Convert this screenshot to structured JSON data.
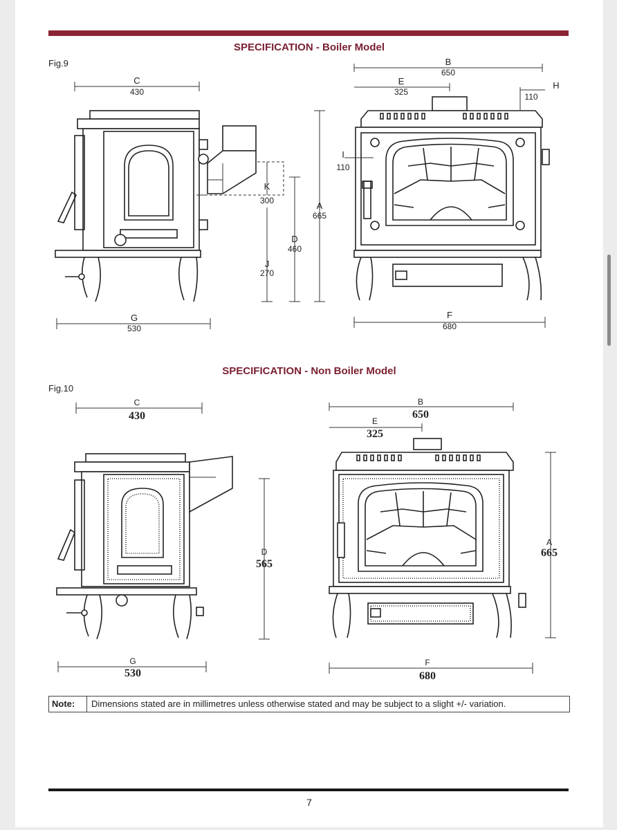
{
  "boiler": {
    "heading": "SPECIFICATION - Boiler Model",
    "fig": "Fig.9",
    "dims": {
      "C_label": "C",
      "C_value": "430",
      "G_label": "G",
      "G_value": "530",
      "K_label": "K",
      "K_value": "300",
      "J_label": "J",
      "J_value": "270",
      "D_label": "D",
      "D_value": "460",
      "A_label": "A",
      "A_value": "665",
      "B_label": "B",
      "B_value": "650",
      "E_label": "E",
      "E_value": "325",
      "H_label": "H",
      "H_value": "110",
      "I_label": "I",
      "I_value": "110",
      "F_label": "F",
      "F_value": "680"
    }
  },
  "nonboiler": {
    "heading": "SPECIFICATION - Non Boiler Model",
    "fig": "Fig.10",
    "dims": {
      "C_label": "C",
      "C_value": "430",
      "G_label": "G",
      "G_value": "530",
      "D_label": "D",
      "D_value": "565",
      "B_label": "B",
      "B_value": "650",
      "E_label": "E",
      "E_value": "325",
      "A_label": "A",
      "A_value": "665",
      "F_label": "F",
      "F_value": "680"
    }
  },
  "note": {
    "label": "Note:",
    "text": "Dimensions stated are in millimetres unless otherwise stated and may be subject to a slight +/- variation."
  },
  "page_number": "7",
  "colors": {
    "accent": "#8b2335",
    "heading": "#7a1f30"
  }
}
